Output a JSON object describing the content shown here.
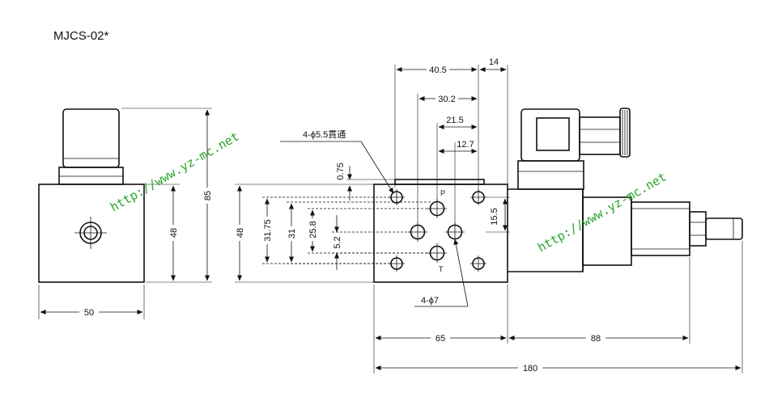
{
  "title": "MJCS-02*",
  "watermark": "http://www.yz-mc.net",
  "side_view": {
    "width_dim": "50",
    "body_height_dim": "48",
    "total_height_dim": "85"
  },
  "front_view": {
    "height_dim": "48",
    "dim_31_75": "31.75",
    "dim_31": "31",
    "dim_25_8": "25.8",
    "dim_5_2": "5.2",
    "dim_0_75": "0.75",
    "dim_40_5": "40.5",
    "dim_14": "14",
    "dim_30_2": "30.2",
    "dim_21_5": "21.5",
    "dim_12_7": "12.7",
    "dim_15_5": "15.5",
    "dim_65": "65",
    "dim_88": "88",
    "dim_180": "180",
    "note_holes_through": "4-ϕ5.5貫通",
    "note_ports": "4-ϕ7",
    "port_p": "P",
    "port_t": "T"
  }
}
